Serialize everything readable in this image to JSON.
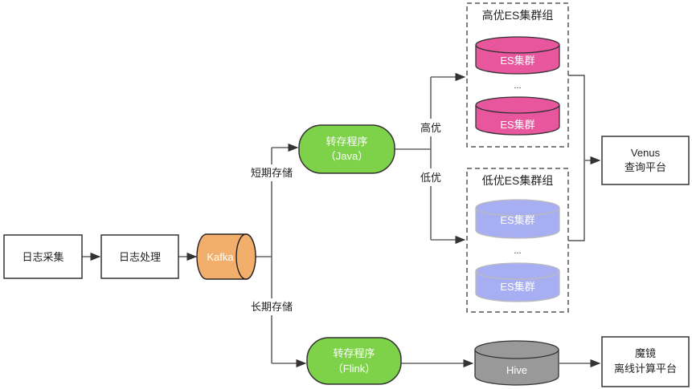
{
  "diagram": {
    "nodes": {
      "log_collect": {
        "label": "日志采集"
      },
      "log_process": {
        "label": "日志处理"
      },
      "kafka": {
        "label": "Kafka",
        "fill": "#F2AE6B"
      },
      "dump_java": {
        "line1": "转存程序",
        "line2": "（Java）",
        "fill": "#7ED24A"
      },
      "dump_flink": {
        "line1": "转存程序",
        "line2": "（Flink）",
        "fill": "#7ED24A"
      },
      "high_group": {
        "title": "高优ES集群组",
        "fill": "#E8569E",
        "clusters": [
          "ES集群",
          "ES集群"
        ],
        "ellipsis": "..."
      },
      "low_group": {
        "title": "低优ES集群组",
        "fill": "#A7AEF2",
        "clusters": [
          "ES集群",
          "ES集群"
        ],
        "ellipsis": "..."
      },
      "venus": {
        "line1": "Venus",
        "line2": "查询平台"
      },
      "hive": {
        "label": "Hive",
        "fill": "#999999"
      },
      "mojing": {
        "line1": "魔镜",
        "line2": "离线计算平台"
      }
    },
    "edge_labels": {
      "short_term": "短期存储",
      "long_term": "长期存储",
      "high_priority": "高优",
      "low_priority": "低优"
    }
  }
}
